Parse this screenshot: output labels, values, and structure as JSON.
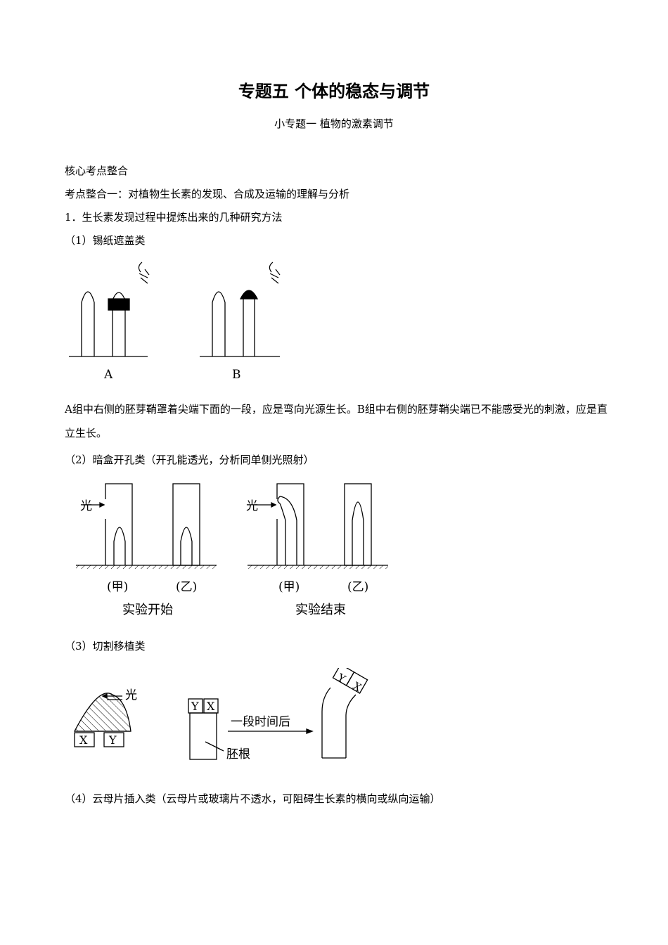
{
  "title": "专题五  个体的稳态与调节",
  "subtitle": "小专题一  植物的激素调节",
  "section_heading": "核心考点整合",
  "topic_heading": "考点整合一：对植物生长素的发现、合成及运输的理解与分析",
  "item_1": "1．生长素发现过程中提炼出来的几种研究方法",
  "sub_1": "（1）锡纸遮盖类",
  "fig1": {
    "label_a": "A",
    "label_b": "B"
  },
  "para_1": "A组中右侧的胚芽鞘罩着尖端下面的一段，应是弯向光源生长。B组中右侧的胚芽鞘尖端已不能感受光的刺激，应是直立生长。",
  "sub_2": "（2）暗盒开孔类（开孔能透光，分析同单侧光照射）",
  "fig2": {
    "light_label": "光",
    "jia": "(甲)",
    "yi": "(乙)",
    "caption_start": "实验开始",
    "caption_end": "实验结束"
  },
  "sub_3": "（3）切割移植类",
  "fig3": {
    "light_label": "光",
    "x": "X",
    "y": "Y",
    "arrow_label": "一段时间后",
    "root_label": "胚根"
  },
  "sub_4": "（4）云母片插入类（云母片或玻璃片不透水，可阻碍生长素的横向或纵向运输）"
}
